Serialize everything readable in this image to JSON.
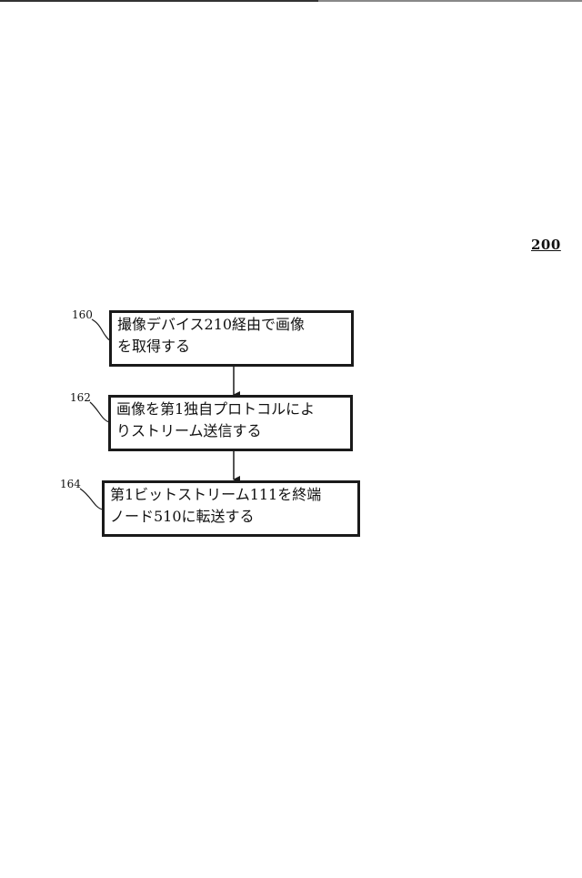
{
  "figure": {
    "number": "200"
  },
  "steps": [
    {
      "ref": "160",
      "text": "撮像デバイス210経由で画像\nを取得する"
    },
    {
      "ref": "162",
      "text": "画像を第1独自プロトコルによ\nりストリーム送信する"
    },
    {
      "ref": "164",
      "text": "第1ビットストリーム111を終端\nノード510に転送する"
    }
  ]
}
